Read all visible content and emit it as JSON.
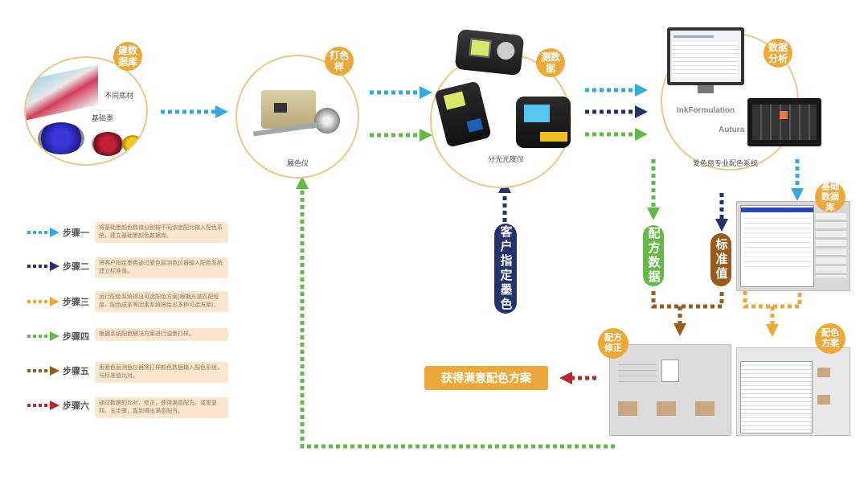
{
  "colors": {
    "step1": "#35a9dd",
    "step2": "#24336b",
    "step3": "#eaa93a",
    "step4": "#66b84a",
    "step5": "#9a5b1c",
    "step6": "#b9272f",
    "badge": "#eaa93a"
  },
  "nodes": {
    "database": {
      "badge": "建数据库",
      "cap1": "不同底材",
      "cap2": "基础墨"
    },
    "print": {
      "badge": "打色样",
      "caption": "展色仪"
    },
    "measure": {
      "badge": "测数据",
      "caption": "分光光度仪"
    },
    "analysis": {
      "badge": "数据分析",
      "software1": "InkFormulation",
      "software2": "Autura",
      "caption": "爱色丽专业配色系统"
    }
  },
  "labels": {
    "customer_ink": "客户指定墨色",
    "formula_data": "配方数据",
    "standard": "标准值",
    "base_db": "基础数据库",
    "correction": "配方修正",
    "color_scheme": "配色方案",
    "result": "获得满意配色方案"
  },
  "legend": [
    {
      "label": "步骤一",
      "desc": "将基础墨颜色数值分别按不同浓度配比输入配色系统，建立基础墨颜色数据库。",
      "color": "#35a9dd"
    },
    {
      "label": "步骤二",
      "desc": "将客户指定墨色通过爱色丽测色仪器输入配色系统建立标准值。",
      "color": "#24336b"
    },
    {
      "label": "步骤三",
      "desc": "运行配色系统得出可选配色方案(根据光谱匹配程度、配色成本等因素系统将给出多种可选方案)。",
      "color": "#eaa93a"
    },
    {
      "label": "步骤四",
      "desc": "根据系统配色解决方案进行油墨打样。",
      "color": "#66b84a"
    },
    {
      "label": "步骤五",
      "desc": "用爱色丽测色仪器将打样颜色数据输入配色系统，与标准值比对。",
      "color": "#9a5b1c"
    },
    {
      "label": "步骤六",
      "desc": "通过数据的比对，修正，获得满意配方。或重复四、五步骤，直到得出满意配方。",
      "color": "#b9272f"
    }
  ]
}
